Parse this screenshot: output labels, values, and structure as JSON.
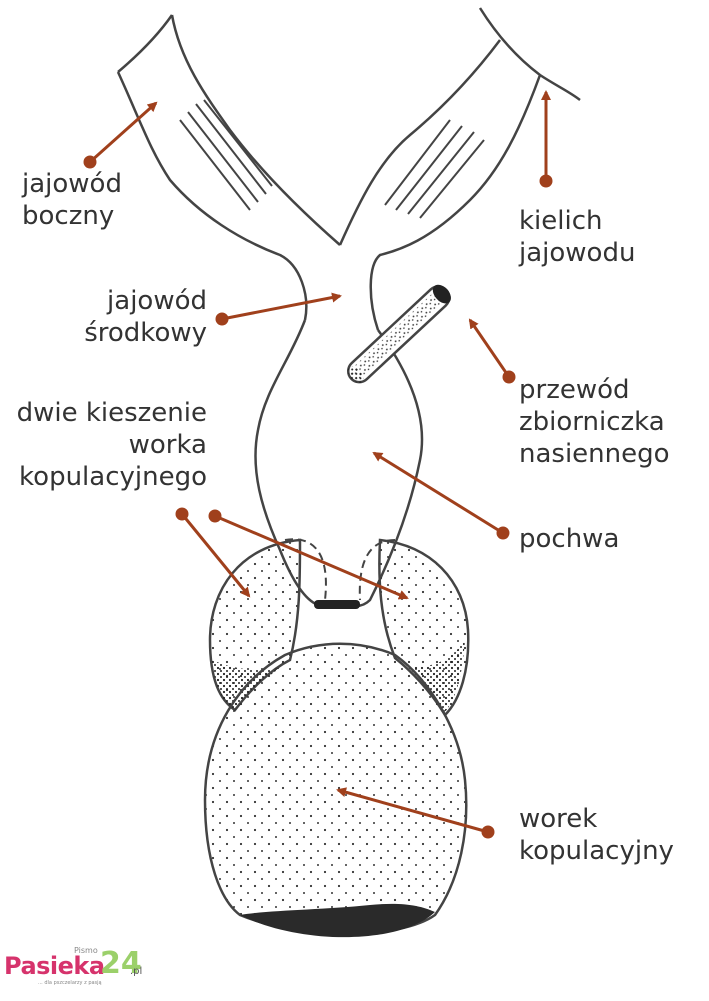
{
  "labels": {
    "jajowod_boczny": [
      "jajowód",
      "boczny"
    ],
    "kielich_jajowodu": [
      "kielich",
      "jajowodu"
    ],
    "jajowod_srodkowy": [
      "jajowód",
      "środkowy"
    ],
    "dwie_kieszenie": [
      "dwie kieszenie",
      "worka",
      "kopulacyjnego"
    ],
    "przewod_zbiorniczka": [
      "przewód",
      "zbiorniczka",
      "nasiennego"
    ],
    "pochwa": [
      "pochwa"
    ],
    "worek_kopulacyjny": [
      "worek",
      "kopulacyjny"
    ]
  },
  "logo": {
    "pismo": "Pismo",
    "name": "Pasieka",
    "number": "24",
    "domain": ".pl",
    "tagline": "... dla pszczelarzy z pasją"
  },
  "colors": {
    "arrow": "#a0401c",
    "outline": "#444444",
    "text": "#333333",
    "logo_pink": "#d6336c",
    "logo_green": "#9bd06a"
  }
}
